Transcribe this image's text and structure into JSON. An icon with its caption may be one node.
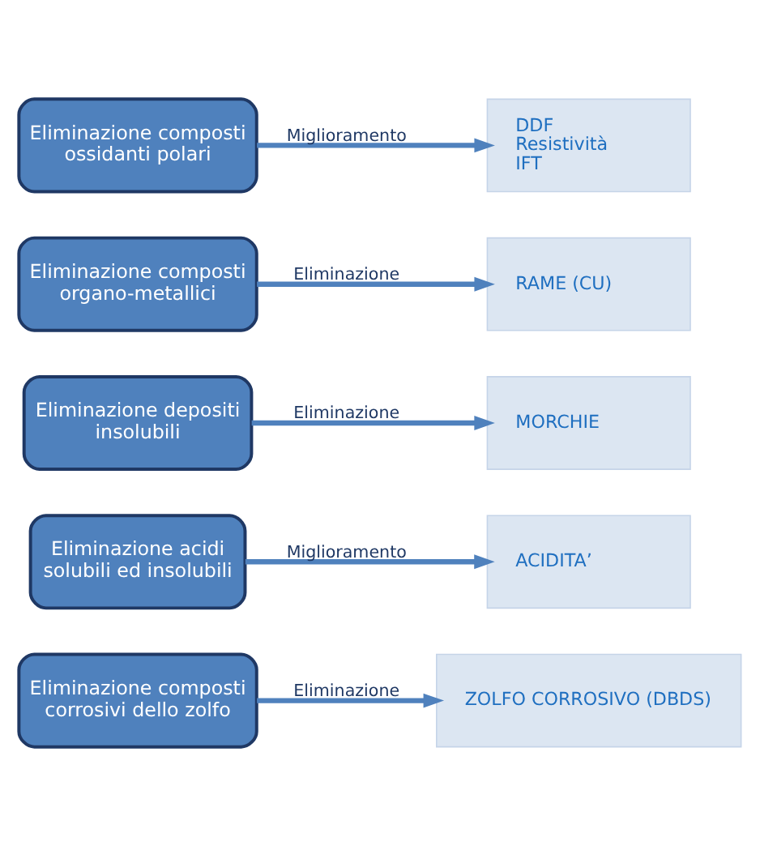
{
  "diagram": {
    "nodes": [
      {
        "text": [
          "Eliminazione composti ossidanti polari"
        ]
      },
      {
        "text": [
          "DDF",
          "Resistività",
          "IFT"
        ]
      },
      {
        "text": [
          "Eliminazione composti organo-metallici"
        ]
      },
      {
        "text": [
          "RAME (CU)"
        ]
      },
      {
        "text": [
          "Eliminazione depositi insolubili"
        ]
      },
      {
        "text": [
          "MORCHIE"
        ]
      },
      {
        "text": [
          "Eliminazione acidi solubili ed insolubili"
        ]
      },
      {
        "text": [
          "ACIDITA’"
        ]
      },
      {
        "text": [
          "Eliminazione composti corrosivi dello zolfo"
        ]
      },
      {
        "text": [
          "ZOLFO CORROSIVO (DBDS)"
        ]
      }
    ],
    "edges": [
      {
        "from": 0,
        "to": 1,
        "arrow": "to",
        "label": "Miglioramento"
      },
      {
        "from": 2,
        "to": 3,
        "arrow": "to",
        "label": "Eliminazione"
      },
      {
        "from": 4,
        "to": 5,
        "arrow": "to",
        "label": "Eliminazione"
      },
      {
        "from": 6,
        "to": 7,
        "arrow": "to",
        "label": "Miglioramento"
      },
      {
        "from": 8,
        "to": 9,
        "arrow": "to",
        "label": "Eliminazione"
      }
    ]
  }
}
